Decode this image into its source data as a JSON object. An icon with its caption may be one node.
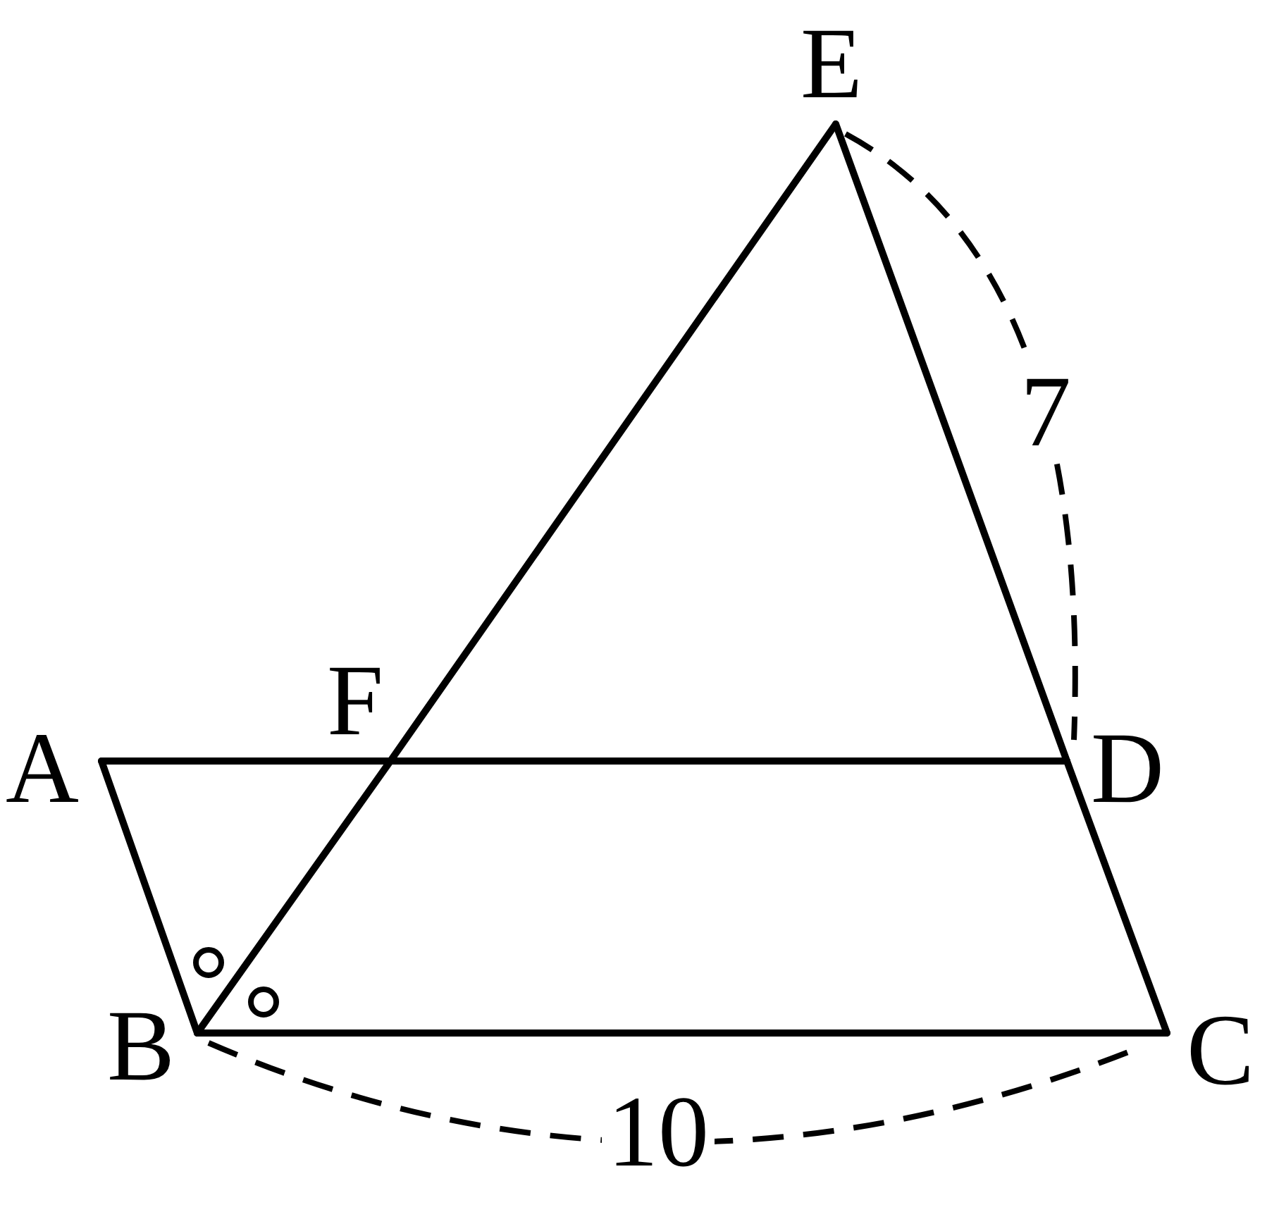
{
  "diagram": {
    "nodes": [
      {
        "text": [
          "E"
        ]
      },
      {
        "text": [
          "F"
        ]
      },
      {
        "text": [
          "A"
        ]
      },
      {
        "text": [
          "D"
        ]
      },
      {
        "text": [
          "B"
        ]
      },
      {
        "text": [
          "C"
        ]
      }
    ],
    "edges": [
      {
        "from": 2,
        "to": 1,
        "arrow": "none"
      },
      {
        "from": 1,
        "to": 3,
        "arrow": "none"
      },
      {
        "from": 2,
        "to": 4,
        "arrow": "none"
      },
      {
        "from": 4,
        "to": 5,
        "arrow": "none"
      },
      {
        "from": 5,
        "to": 3,
        "arrow": "none"
      },
      {
        "from": 3,
        "to": 0,
        "arrow": "none"
      },
      {
        "from": 4,
        "to": 1,
        "arrow": "none"
      },
      {
        "from": 1,
        "to": 0,
        "arrow": "none"
      }
    ],
    "labels": [
      "7",
      "10"
    ]
  }
}
